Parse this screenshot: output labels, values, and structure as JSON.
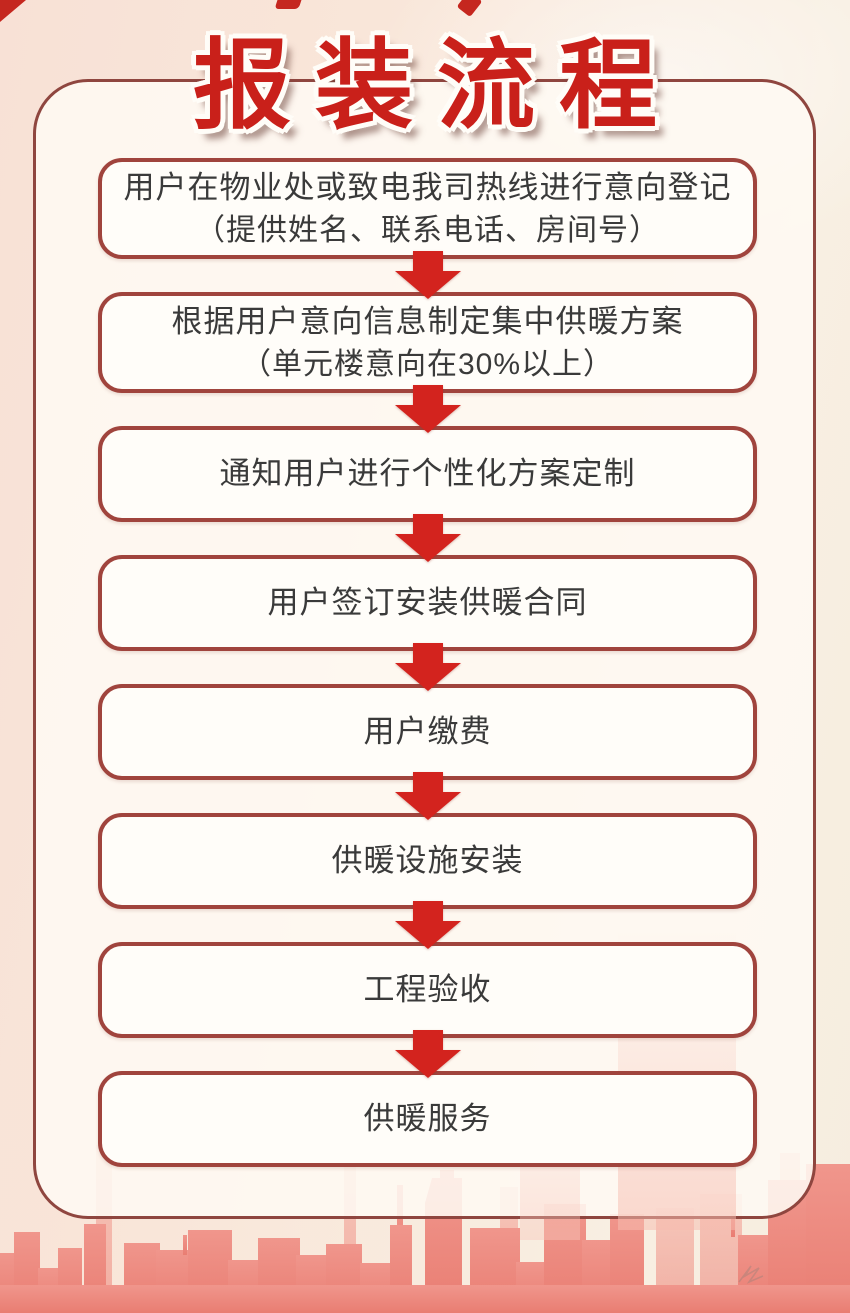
{
  "title": "报装流程",
  "steps": [
    {
      "line1": "用户在物业处或致电我司热线进行意向登记",
      "line2": "（提供姓名、联系电话、房间号）"
    },
    {
      "line1": "根据用户意向信息制定集中供暖方案",
      "line2": "（单元楼意向在30%以上）"
    },
    {
      "line1": "通知用户进行个性化方案定制"
    },
    {
      "line1": "用户签订安装供暖合同"
    },
    {
      "line1": "用户缴费"
    },
    {
      "line1": "供暖设施安装"
    },
    {
      "line1": "工程验收"
    },
    {
      "line1": "供暖服务"
    }
  ],
  "colors": {
    "title_red": "#c9201a",
    "arrow_red": "#d3231e",
    "frame_border": "#8f463f",
    "box_border": "#a0443d",
    "box_fill": "#fffdf9",
    "background_left": "#f8e1d6",
    "background_right": "#f6eddf",
    "skyline_pink": "#ee8a7e"
  }
}
